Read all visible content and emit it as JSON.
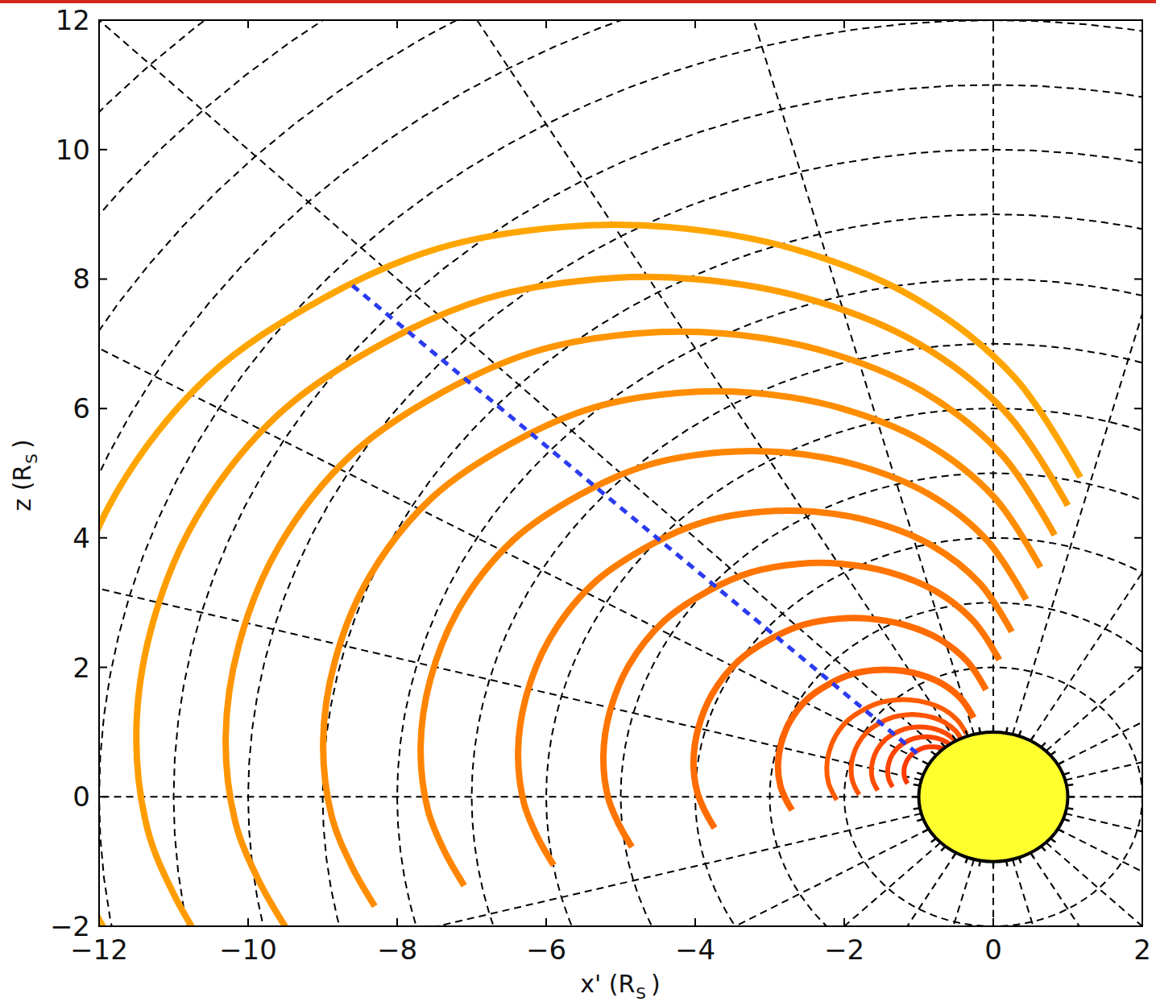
{
  "diagram": {
    "labels": [
      "12",
      "10",
      "8",
      "6",
      "4",
      "2",
      "0",
      "−2",
      "−12",
      "−10",
      "−8",
      "−6",
      "−4",
      "−2",
      "0",
      "2",
      "z (R",
      "S",
      ")",
      "x' (R",
      "S",
      ")"
    ]
  }
}
